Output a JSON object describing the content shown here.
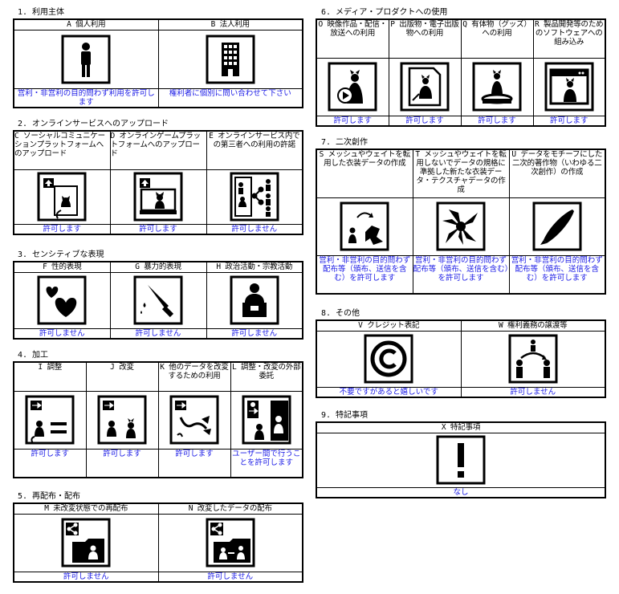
{
  "sections": {
    "s1": {
      "title": "1. 利用主体",
      "cols": [
        {
          "label": "A 個人利用",
          "status": "営利・非営利の目的問わず利用を許可します",
          "icon": "person-icon"
        },
        {
          "label": "B 法人利用",
          "status": "権利者に個別に問い合わせて下さい",
          "icon": "building-icon"
        }
      ]
    },
    "s2": {
      "title": "2. オンラインサービスへのアップロード",
      "cols": [
        {
          "label": "C ソーシャルコミュニケーションプラットフォームへのアップロード",
          "status": "許可します",
          "icon": "upload-social-icon"
        },
        {
          "label": "D オンラインゲームプラットフォームへのアップロード",
          "status": "許可します",
          "icon": "upload-game-icon"
        },
        {
          "label": "E オンラインサービス内での第三者への利用の許諾",
          "status": "許可しません",
          "icon": "share-network-icon"
        }
      ]
    },
    "s3": {
      "title": "3. センシティブな表現",
      "cols": [
        {
          "label": "F 性的表現",
          "status": "許可しません",
          "icon": "hearts-icon"
        },
        {
          "label": "G 暴力的表現",
          "status": "許可しません",
          "icon": "knife-icon"
        },
        {
          "label": "H 政治活動・宗教活動",
          "status": "許可しません",
          "icon": "podium-icon"
        }
      ]
    },
    "s4": {
      "title": "4. 加工",
      "cols": [
        {
          "label": "I 調整",
          "status": "許可します",
          "icon": "adjust-icon"
        },
        {
          "label": "J 改変",
          "status": "許可します",
          "icon": "modify-icon"
        },
        {
          "label": "K 他のデータを改変するための利用",
          "status": "許可します",
          "icon": "modify-other-icon"
        },
        {
          "label": "L 調整・改変の外部委託",
          "status": "ユーザー間で行うことを許可します",
          "icon": "outsource-icon"
        }
      ]
    },
    "s5": {
      "title": "5. 再配布・配布",
      "cols": [
        {
          "label": "M 未改変状態での再配布",
          "status": "許可しません",
          "icon": "redistribute-icon"
        },
        {
          "label": "N 改変したデータの配布",
          "status": "許可しません",
          "icon": "distribute-modified-icon"
        }
      ]
    },
    "s6": {
      "title": "6. メディア・プロダクトへの使用",
      "cols": [
        {
          "label": "O 映像作品・配信・放送への利用",
          "status": "許可します",
          "icon": "video-icon"
        },
        {
          "label": "P 出版物・電子出版物への利用",
          "status": "許可します",
          "icon": "publication-icon"
        },
        {
          "label": "Q 有体物（グッズ）への利用",
          "status": "許可します",
          "icon": "goods-icon"
        },
        {
          "label": "R 製品開発等のためのソフトウェアへの組み込み",
          "status": "許可します",
          "icon": "software-icon"
        }
      ]
    },
    "s7": {
      "title": "7. 二次創作",
      "cols": [
        {
          "label": "S メッシュやウェイトを転用した衣装データの作成",
          "status": "営利・非営利の目的問わず配布等（頒布、送信を含む）を許可します",
          "icon": "clothing-icon"
        },
        {
          "label": "T メッシュやウェイトを転用しないでデータの規格に準拠した新たな衣装データ・テクスチャデータの作成",
          "status": "営利・非営利の目的問わず配布等（頒布、送信を含む）を許可します",
          "icon": "texture-icon"
        },
        {
          "label": "U データをモチーフにした二次的著作物（いわゆる二次創作）の作成",
          "status": "営利・非営利の目的問わず配布等（頒布、送信を含む）を許可します",
          "icon": "pen-icon"
        }
      ]
    },
    "s8": {
      "title": "8. その他",
      "cols": [
        {
          "label": "V クレジット表記",
          "status": "不要ですがあると嬉しいです",
          "icon": "copyright-icon"
        },
        {
          "label": "W 権利義務の譲渡等",
          "status": "許可しません",
          "icon": "transfer-icon"
        }
      ]
    },
    "s9": {
      "title": "9. 特記事項",
      "cols": [
        {
          "label": "X 特記事項",
          "status": "なし",
          "icon": "exclamation-icon"
        }
      ]
    }
  },
  "colors": {
    "status_text": "#1a1ae6",
    "border": "#000000"
  }
}
